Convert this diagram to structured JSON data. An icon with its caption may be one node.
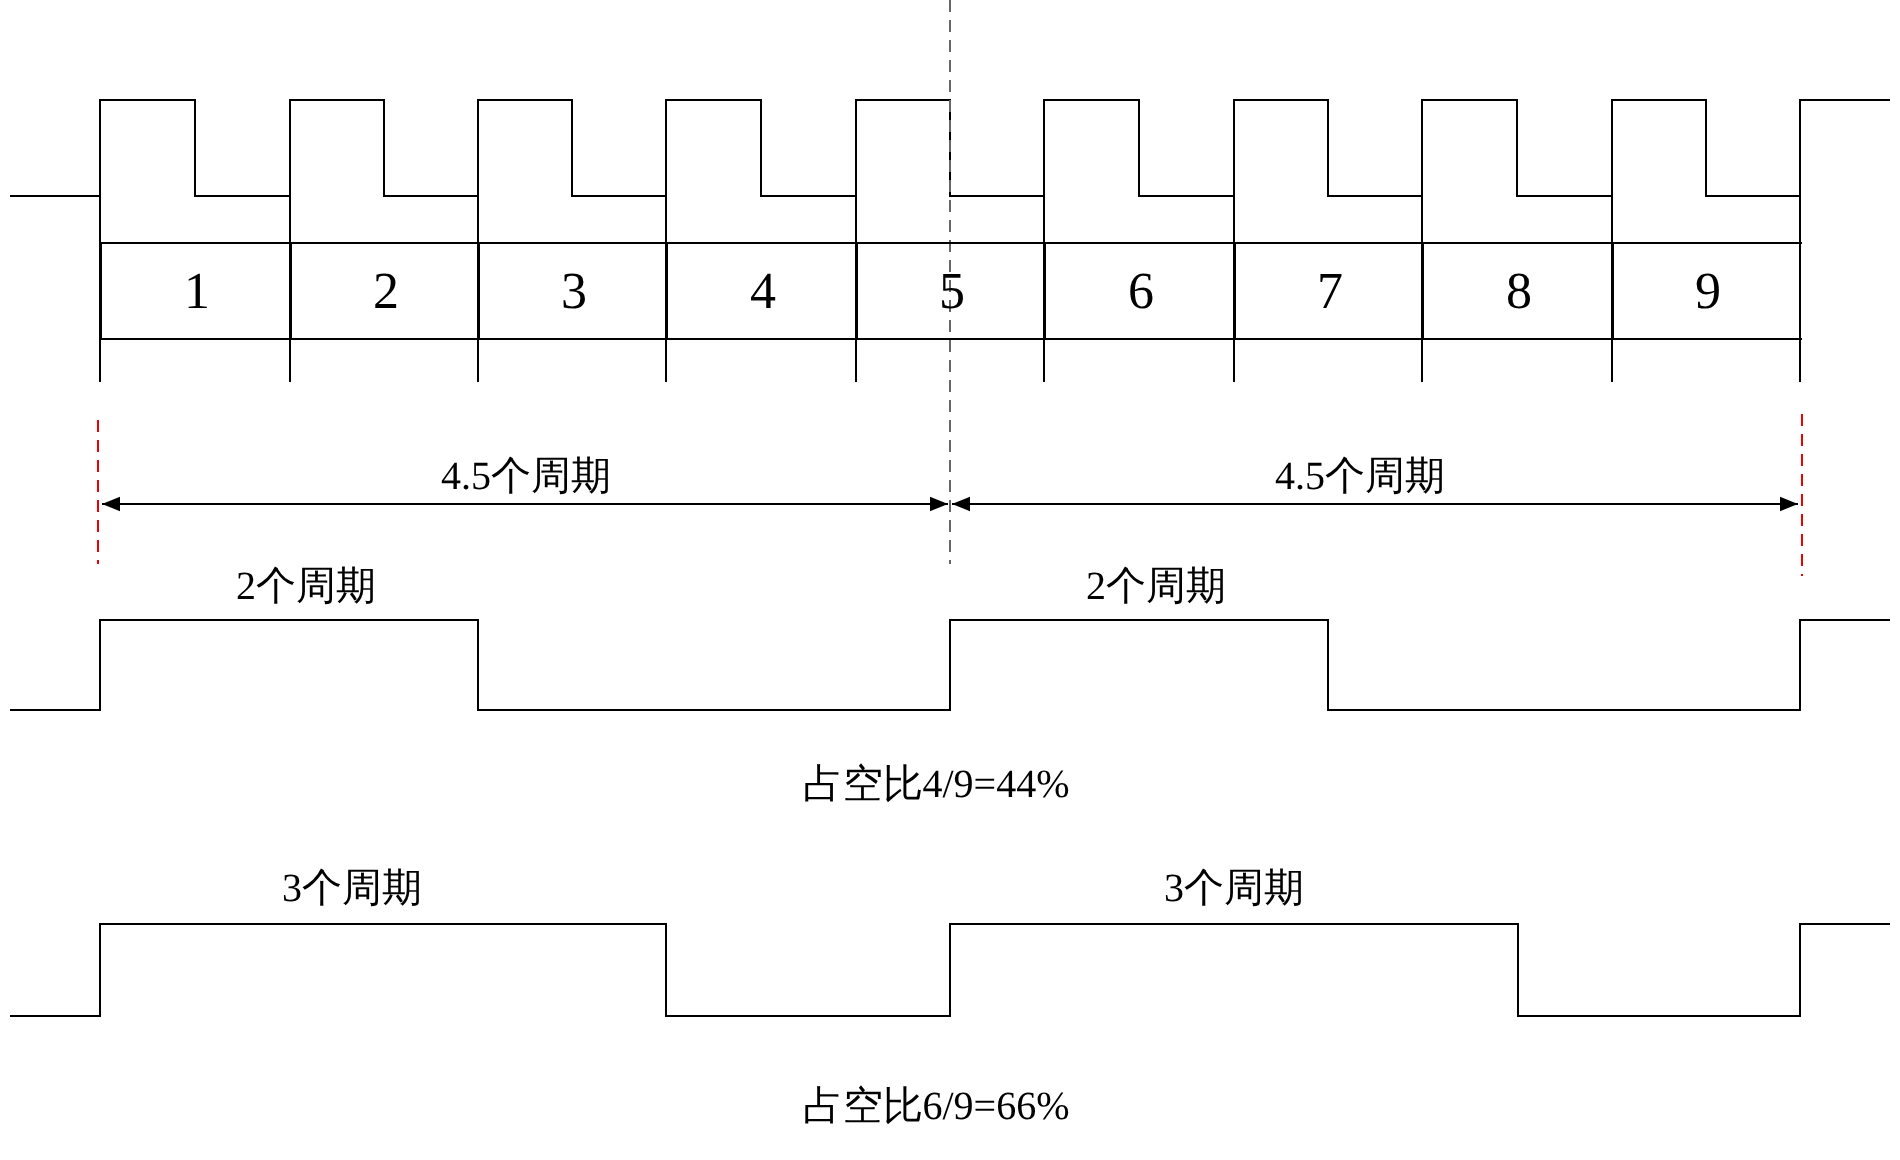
{
  "diagram": {
    "nodes": [
      {
        "text": [
          "1"
        ]
      },
      {
        "text": [
          "2"
        ]
      },
      {
        "text": [
          "3"
        ]
      },
      {
        "text": [
          "4"
        ]
      },
      {
        "text": [
          "5"
        ]
      },
      {
        "text": [
          "6"
        ]
      },
      {
        "text": [
          "7"
        ]
      },
      {
        "text": [
          "8"
        ]
      },
      {
        "text": [
          "9"
        ]
      }
    ],
    "edges": [],
    "labels": [
      "4.5个周期",
      "4.5个周期",
      "2个周期",
      "2个周期",
      "占空比4/9=44%",
      "3个周期",
      "3个周期",
      "占空比6/9=66%"
    ]
  }
}
